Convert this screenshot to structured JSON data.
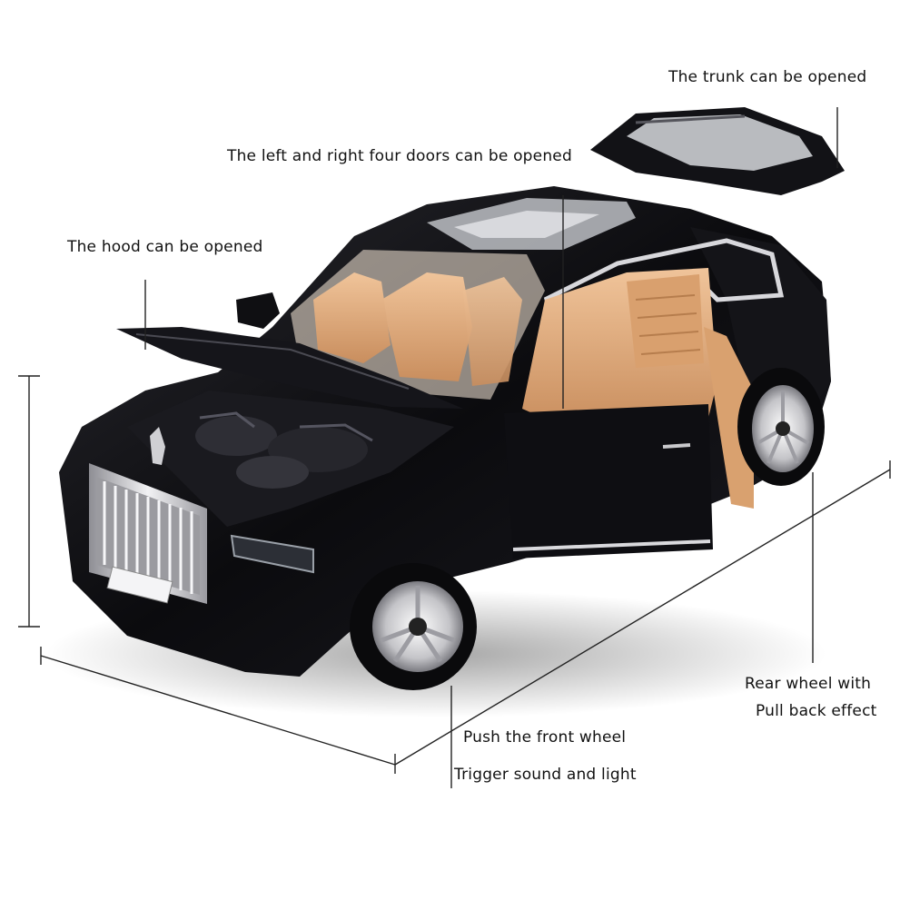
{
  "callouts": {
    "trunk": "The trunk can be opened",
    "doors": "The left and right four doors can be opened",
    "hood": "The hood can be opened",
    "rear_wheel_line1": "Rear wheel with",
    "rear_wheel_line2": "Pull back effect",
    "front_wheel_line1": "Push the front wheel",
    "front_wheel_line2": "Trigger sound and light"
  },
  "colors": {
    "car_body": "#0d0d10",
    "interior": "#e0a978",
    "chrome": "#c9c9cc",
    "lines": "#222222"
  }
}
